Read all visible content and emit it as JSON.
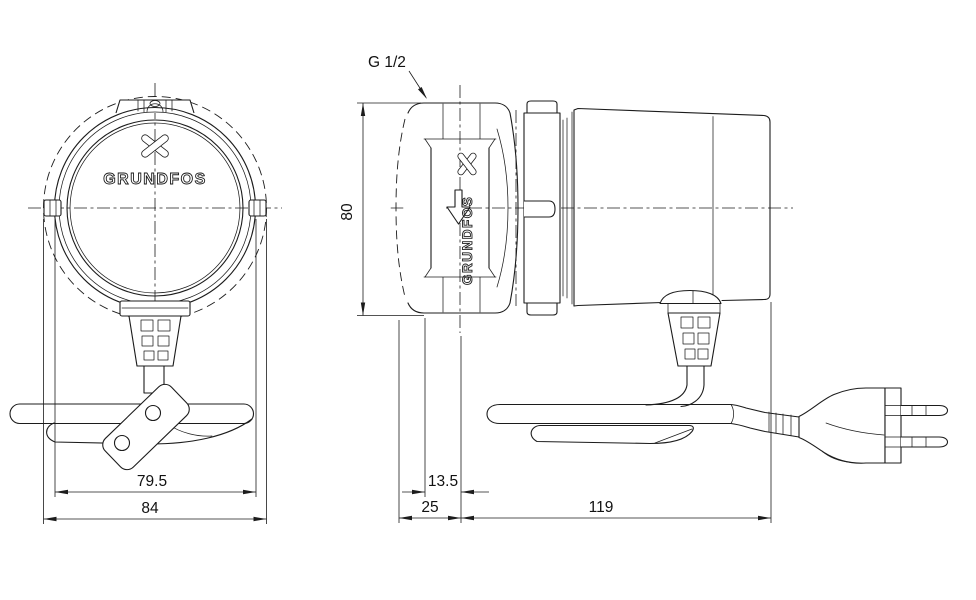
{
  "drawing": {
    "brand_logo_front": "GRUNDFOS",
    "brand_logo_side": "GRUNDFOS",
    "labels": {
      "thread_size": "G 1/2"
    },
    "dimensions_mm": {
      "height": "80",
      "front_width_inner": "79.5",
      "front_width_overall": "84",
      "port_face_offset": "13.5",
      "face_to_centerline": "25",
      "centerline_to_back": "119"
    },
    "colors": {
      "line": "#1c1c1c",
      "background": "#ffffff"
    }
  }
}
